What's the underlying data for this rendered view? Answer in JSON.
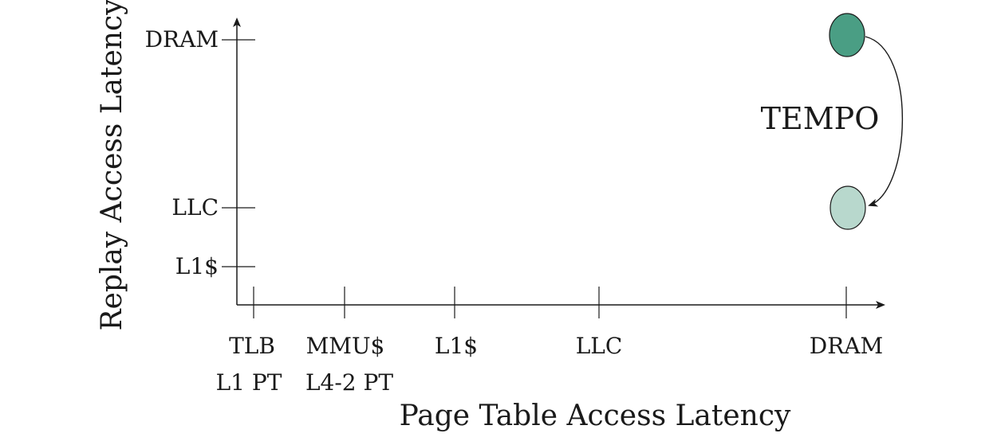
{
  "x_axis": {
    "title": "Page Table Access Latency",
    "ticks": [
      {
        "line1": "TLB",
        "line2": "L1 PT"
      },
      {
        "line1": "MMU$",
        "line2": "L4-2 PT"
      },
      {
        "line1": "L1$",
        "line2": ""
      },
      {
        "line1": "LLC",
        "line2": ""
      },
      {
        "line1": "DRAM",
        "line2": ""
      }
    ]
  },
  "y_axis": {
    "title": "Replay Access Latency",
    "ticks": [
      "L1$",
      "LLC",
      "DRAM"
    ]
  },
  "annotation": "TEMPO",
  "nodes": [
    {
      "x": "DRAM",
      "y": "DRAM",
      "color": "#4a9e84"
    },
    {
      "x": "DRAM",
      "y": "LLC",
      "color": "#b8d8cd"
    }
  ],
  "colors": {
    "axis": "#1a1a1a",
    "arrow": "#1a1a1a"
  }
}
